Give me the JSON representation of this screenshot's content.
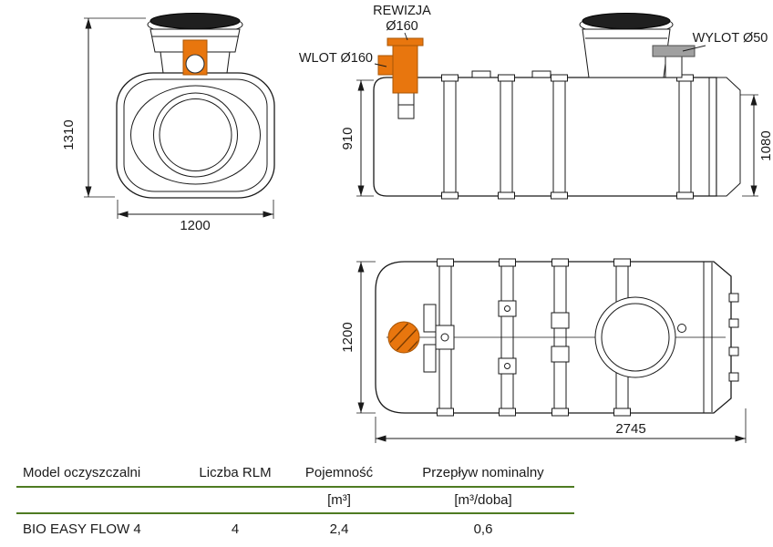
{
  "labels": {
    "rewizja_line1": "REWIZJA",
    "rewizja_line2": "Ø160",
    "wlot": "WLOT Ø160",
    "wylot": "WYLOT Ø50"
  },
  "dimensions": {
    "front_height": "1310",
    "front_width": "1200",
    "side_left_height": "910",
    "side_right_height": "1080",
    "top_width": "1200",
    "top_length": "2745"
  },
  "table": {
    "headers": [
      "Model oczyszczalni",
      "Liczba RLM",
      "Pojemność",
      "Przepływ nominalny"
    ],
    "units": [
      "",
      "",
      "[m³]",
      "[m³/doba]"
    ],
    "rows": [
      [
        "BIO EASY FLOW 4",
        "4",
        "2,4",
        "0,6"
      ]
    ]
  },
  "colors": {
    "pipe_orange": "#E8760E",
    "outlet_gray": "#a0a0a0",
    "table_line_green": "#4e7b22",
    "lid_dark": "#1f1f1f"
  }
}
